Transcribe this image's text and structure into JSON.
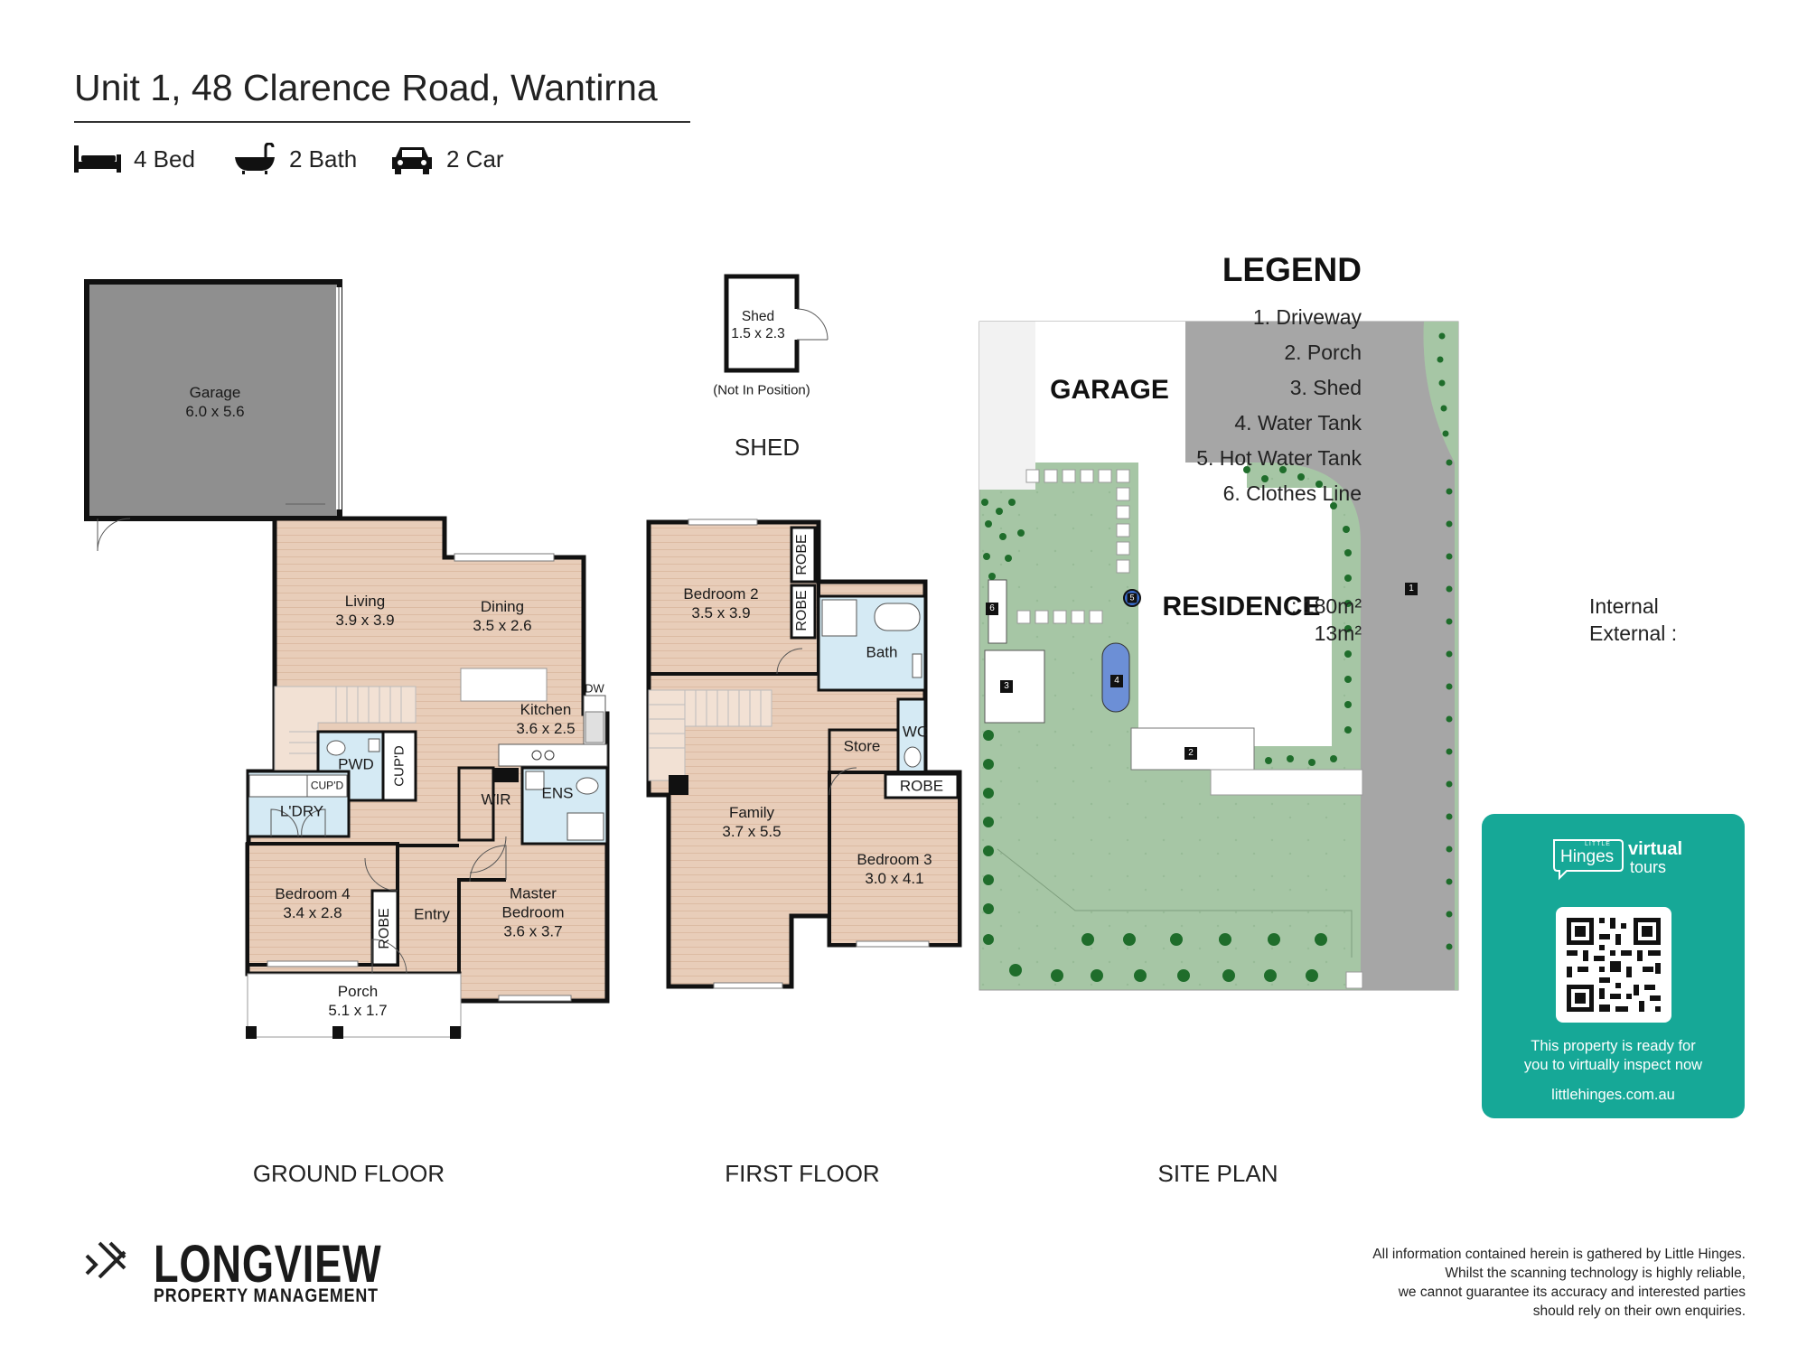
{
  "title": "Unit 1, 48 Clarence Road, Wantirna",
  "features": {
    "bed": "4 Bed",
    "bath": "2 Bath",
    "car": "2 Car"
  },
  "sections": {
    "ground_floor": "GROUND FLOOR",
    "first_floor": "FIRST FLOOR",
    "site_plan": "SITE PLAN",
    "shed": "SHED"
  },
  "ground_floor": {
    "garage": {
      "name": "Garage",
      "dims": "6.0 x 5.6"
    },
    "living": {
      "name": "Living",
      "dims": "3.9 x 3.9"
    },
    "dining": {
      "name": "Dining",
      "dims": "3.5 x 2.6"
    },
    "kitchen": {
      "name": "Kitchen",
      "dims": "3.6 x 2.5"
    },
    "dw": "DW",
    "pwd": "PWD",
    "cupd": "CUP'D",
    "cupd_small": "CUP'D",
    "ldry": "L'DRY",
    "wir": "WIR",
    "ens": "ENS",
    "bedroom4": {
      "name": "Bedroom 4",
      "dims": "3.4 x 2.8"
    },
    "robe": "ROBE",
    "entry": "Entry",
    "master": {
      "name": "Master",
      "name2": "Bedroom",
      "dims": "3.6 x 3.7"
    },
    "porch": {
      "name": "Porch",
      "dims": "5.1 x 1.7"
    }
  },
  "shed": {
    "name": "Shed",
    "dims": "1.5 x 2.3",
    "note": "(Not In Position)"
  },
  "first_floor": {
    "bedroom2": {
      "name": "Bedroom 2",
      "dims": "3.5 x 3.9"
    },
    "robe1": "ROBE",
    "robe2": "ROBE",
    "bath": "Bath",
    "store": "Store",
    "wc": "WC",
    "family": {
      "name": "Family",
      "dims": "3.7 x 5.5"
    },
    "robe3": "ROBE",
    "bedroom3": {
      "name": "Bedroom 3",
      "dims": "3.0 x 4.1"
    }
  },
  "site_plan": {
    "garage": "GARAGE",
    "residence": "RESIDENCE",
    "markers": [
      "1",
      "2",
      "3",
      "4",
      "5",
      "6"
    ]
  },
  "legend": {
    "heading": "LEGEND",
    "items": [
      "1. Driveway",
      "2. Porch",
      "3. Shed",
      "4. Water Tank",
      "5. Hot Water Tank",
      "6. Clothes Line"
    ],
    "internal_label": "Internal",
    "internal_value": ": 180m²",
    "external_label": "External :",
    "external_value": "13m²"
  },
  "little_hinges": {
    "brand_small": "LITTLE",
    "brand": "Hinges",
    "virtual": "virtual",
    "tours": "tours",
    "line1": "This property is ready for",
    "line2": "you to virtually inspect now",
    "url": "littlehinges.com.au"
  },
  "company": {
    "name": "LONGVIEW",
    "subtitle": "PROPERTY MANAGEMENT"
  },
  "disclaimer": [
    "All information contained herein is gathered by Little Hinges.",
    "Whilst the scanning technology is highly reliable,",
    "we cannot guarantee its accuracy and interested parties",
    "should rely on their own enquiries."
  ],
  "colors": {
    "floor": "#e8cdb9",
    "garage": "#8f8f8f",
    "wet_area": "#d5eaf4",
    "lawn": "#a6c6a5",
    "driveway": "#a6a6a6",
    "teal": "#16a897"
  }
}
